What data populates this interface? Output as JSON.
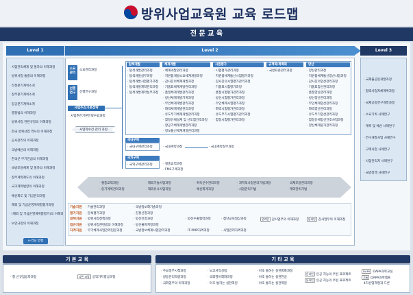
{
  "header": {
    "title": "방위사업교육원 교육 로드맵"
  },
  "sections": {
    "professional": "전 문 교 육",
    "basic": "기 본 교 육",
    "other": "기 타 교 육"
  },
  "levels": {
    "l1": "Level 1",
    "l2": "Level 2",
    "l3": "Level 3"
  },
  "level1": {
    "items": [
      "사업관리체계 및 절차의 이해과정",
      "방위사업 통괄의 이해과정",
      "작성분기계획소개",
      "정부분기계획소계",
      "장공분기계획소계",
      "행정법의 이해과정",
      "방위사업 관련규정의 이해과정",
      "한국 방위산업 역사의 이해과정",
      "공사관리의 이해과정",
      "국방예산의 이해과정",
      "한국군 무기진급의 이해과정",
      "국방조달체계 및 절차의 이해과정",
      "정부계약제도의 이해과정",
      "국가계약법령의 이해과정",
      "예산회도 및 기금관리과정",
      "해외 및 기금운영계획합평가과정",
      "(해외 및 기금운영계획합평가)의 이해과정",
      "보안규정의 이해과정"
    ],
    "footer": "e-러닝 병행"
  },
  "level2": {
    "left": {
      "tag1": "소요 관리",
      "tag1_item": "소요관리과정",
      "tag2": "선행 연구",
      "tag2_item": "선행연구과정",
      "tag3": "사업추진기본전략",
      "tag3_item": "사업추진기본전략수립과정",
      "arrow_label": "사업착수전 관리 과정"
    },
    "columns": [
      {
        "head": "탐색개발",
        "items": [
          "탐색개발관리과정",
          "탐색개발실무과정",
          "탐색개발시험평가과정",
          "탐색개발계약관리과정",
          "탐색개발계약실무과정"
        ]
      },
      {
        "head": "체계개발",
        "items": [
          "체계개발관리과정",
          "지원품개발소요체계개발과정",
          "감사진의체계개발과정",
          "기품표체계개발관리과정",
          "품질체계개발관리과정",
          "방산체계개발기획과정",
          "무인체계개발관리과정",
          "화력체계개발관리과정",
          "유도무기체계개발관리과정",
          "함정유체설계 및 선도함건조과정",
          "항공기체계개발관리과정",
          "정보통신체계개발관리과정"
        ]
      },
      {
        "head": "시험평가",
        "items": [
          "시험평가관리과정",
          "지원품체계통신시험평가과정",
          "감사진의시험평가관리과정",
          "기품표시험평가과정",
          "품질시험평가관리과정",
          "방산시험평가관리과정",
          "무인체계시험평가과정",
          "화력시험평가관리과정",
          "유도무기시험평가관리과정",
          "함정시험평가관리과정"
        ]
      },
      {
        "head": "규격화/목록화",
        "items": [
          "국방표준관리과정"
        ]
      },
      {
        "head": "양산",
        "items": [
          "양산관리과정",
          "지원품체계통신양산사업과정",
          "감사진의양산관리과정",
          "기품표양산관리과정",
          "품질양산관리과정",
          "방산양산관리과정",
          "무인체계양산관리과정",
          "화력양산관리과정",
          "유도무기양산관리과정",
          "함정유체업선건조사업과정",
          "양산체계원가관리과정"
        ]
      }
    ],
    "domestic": {
      "head": "국내구매",
      "item": "국내구매관리과정",
      "side": [
        "국내계약과정",
        "국내계약실무과정"
      ]
    },
    "foreign": {
      "head": "국외구매",
      "item": "국외구매관리과정",
      "side": [
        "절충교역과정",
        "FMS구매과정"
      ]
    },
    "band": [
      [
        "절충교역과정",
        "중기계획관리과정"
      ],
      [
        "해외기술사업과정",
        "해외유사사업과정"
      ],
      [
        "획득군수관리과정",
        "예산회계과정"
      ],
      [
        "과학적사업관리기법과정",
        "사업관리기법"
      ],
      [
        "국제조달관리과정",
        "계약관리기법"
      ]
    ],
    "support": {
      "labels": [
        "기술지원",
        "평가지원",
        "정책지원",
        "법규지원",
        "자격지원"
      ],
      "c1": [
        "기술관리과정",
        "분석평가과정",
        "방위사업정책과정",
        "방위사업관련법의 이해과정",
        "무기체계사업관리입문과정"
      ],
      "c2": [
        "국방정보화기술과정",
        "감정신청과정",
        "방산진흥과정",
        "방산물자지정과정",
        "국방정보체계사업관리과정"
      ],
      "c3": [
        "방산수출협력과정",
        "IT-PMP자격과정"
      ],
      "c4": [
        "첨단교육협상과정",
        "사업관리자격과정"
      ],
      "c5_badge": "온라인",
      "c5": "감사업무의 이해과정",
      "c6_badge": "온라인",
      "c6": "감사업무의 이해과정"
    }
  },
  "level3": {
    "items": [
      "국제물공동개발과정",
      "협력사업자체계획과정",
      "국제공동연구개발과정",
      "소요기획 사례연구",
      "계획 및 예산 사례연구",
      "연구개발사업 사례연구",
      "구매사업 사례연구",
      "사업관리자 사례연구",
      "국방정책 사례연구"
    ]
  },
  "basic": {
    "items": [
      {
        "badge": "",
        "text": "청 신규임용자과정"
      },
      {
        "badge": "다른 과정",
        "text": "공직가치향상과정"
      }
    ]
  },
  "other": {
    "c1": [
      "주요정부시책과정",
      "갈등관리역량과정",
      "국회업무의 이해과정"
    ],
    "c2": [
      "보고서작성법",
      "국외영어회화과정",
      "아호 통하는 실천역원"
    ],
    "c3": [
      "아호 통하는 실천회화과정",
      "아호 통하는 실천한글",
      "아호 통하는 실천역원"
    ],
    "c4": [
      {
        "badge": "온라인",
        "text": "인공 지능의 주된 프로젝트"
      },
      {
        "badge": "온라인",
        "text": "인공 지능의 주된 프로젝트"
      }
    ],
    "c5": [
      {
        "badge": "DAPA",
        "text": "DAPA과학교실"
      },
      {
        "badge": "기술",
        "text": "DAPA과학캠프"
      },
      {
        "badge": "",
        "text": "4차산업혁명과 드론"
      }
    ]
  },
  "colors": {
    "navy": "#1f3864",
    "blue": "#2f6fb3",
    "light": "#dbe7f3",
    "orange": "#c0561a"
  }
}
